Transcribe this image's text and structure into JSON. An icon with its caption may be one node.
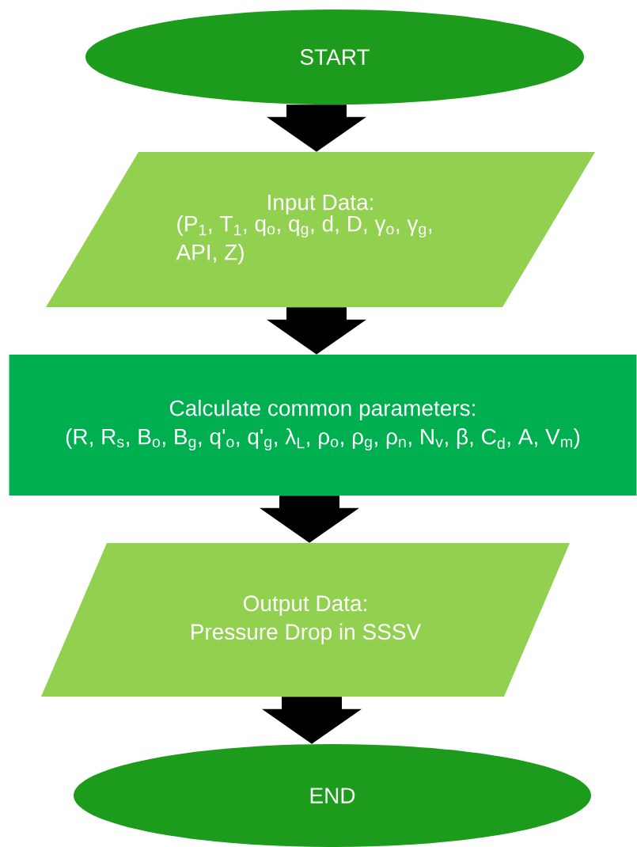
{
  "diagram": {
    "nodes": [
      {
        "text": [
          "START"
        ]
      },
      {
        "text": [
          "Input Data:",
          "(P$_{1}$, T$_{1}$, q$_{o}$, q$_{g}$, d, D, γ$_{o}$, γ$_{g}$, API, Z)"
        ]
      },
      {
        "text": [
          "Calculate common parameters:",
          "(R, R$_{s}$, B$_{o}$, B$_{g}$, q'$_{o}$, q'$_{g}$, λ$_{L}$, ρ$_{o}$, ρ$_{g}$, ρ$_{n}$, N$_{v}$, β, C$_{d}$, A, V$_{m}$)"
        ]
      },
      {
        "text": [
          "Output Data:",
          "Pressure Drop in SSSV"
        ]
      },
      {
        "text": [
          "END"
        ]
      }
    ],
    "edges": [
      {
        "from": 0,
        "to": 1,
        "arrow": "to"
      },
      {
        "from": 1,
        "to": 2,
        "arrow": "to"
      },
      {
        "from": 2,
        "to": 3,
        "arrow": "to"
      },
      {
        "from": 3,
        "to": 4,
        "arrow": "to"
      }
    ]
  }
}
